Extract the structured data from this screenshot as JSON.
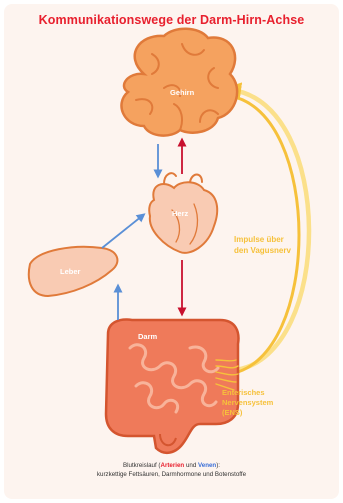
{
  "title": "Kommunikationswege der Darm-Hirn-Achse",
  "organs": {
    "brain": "Gehirn",
    "heart": "Herz",
    "liver": "Leber",
    "gut": "Darm"
  },
  "labels": {
    "vagus_line1": "Impulse über",
    "vagus_line2": "den Vagusnerv",
    "ens_line1": "Enterisches",
    "ens_line2": "Nervensystem",
    "ens_line3": "(ENS)"
  },
  "caption": {
    "prefix": "Blutkreislauf (",
    "arteries": "Arterien",
    "and": " und ",
    "veins": "Venen",
    "suffix": "):",
    "line2": "kurzkettige Fettsäuren, Darmhormone und Botenstoffe"
  },
  "colors": {
    "organ_fill": "#f5a25f",
    "organ_stroke": "#e07a3a",
    "heart_fill": "#f9cbb3",
    "gut_fill": "#ef7a5a",
    "artery": "#c8102e",
    "vein": "#5a8fd6",
    "vagus": "#f6c13b",
    "title": "#e8202e"
  }
}
